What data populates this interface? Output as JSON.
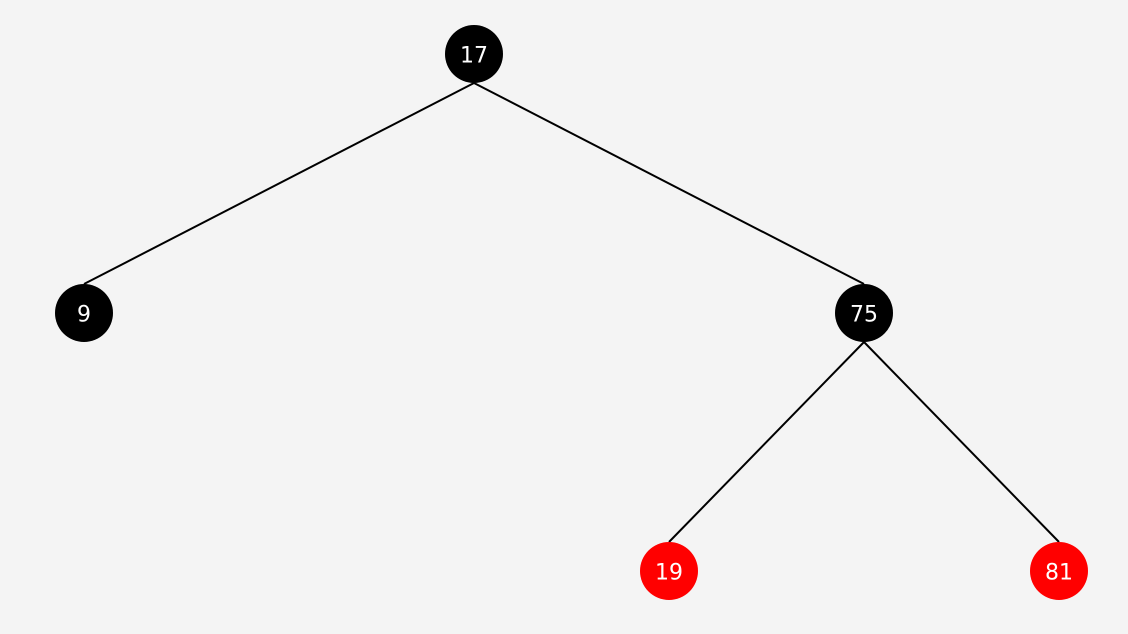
{
  "tree": {
    "type": "red-black-tree",
    "colors": {
      "background": "#f4f4f4",
      "black_node": "#000000",
      "red_node": "#ff0000",
      "edge": "#000000",
      "label": "#ffffff"
    },
    "nodes": [
      {
        "id": "n17",
        "value": "17",
        "color": "black",
        "parent": null
      },
      {
        "id": "n9",
        "value": "9",
        "color": "black",
        "parent": "n17"
      },
      {
        "id": "n75",
        "value": "75",
        "color": "black",
        "parent": "n17"
      },
      {
        "id": "n19",
        "value": "19",
        "color": "red",
        "parent": "n75"
      },
      {
        "id": "n81",
        "value": "81",
        "color": "red",
        "parent": "n75"
      }
    ]
  }
}
